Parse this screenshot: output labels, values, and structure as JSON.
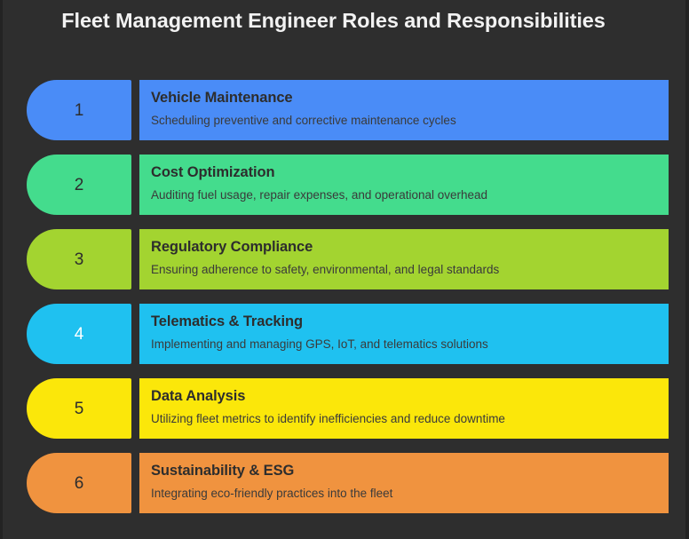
{
  "background_color": "#2e2e2e",
  "header": {
    "title": "Fleet Management Engineer Roles and Responsibilities",
    "title_color": "#f2f2f2"
  },
  "rows": [
    {
      "number": "1",
      "title": "Vehicle Maintenance",
      "description": "Scheduling preventive and corrective maintenance cycles",
      "color": "#4a8cf7",
      "number_color": "#2d2d2d"
    },
    {
      "number": "2",
      "title": "Cost Optimization",
      "description": "Auditing fuel usage, repair expenses, and operational overhead",
      "color": "#44dc8d",
      "number_color": "#2d2d2d"
    },
    {
      "number": "3",
      "title": "Regulatory Compliance",
      "description": "Ensuring adherence to safety, environmental, and legal standards",
      "color": "#a3d430",
      "number_color": "#2d2d2d"
    },
    {
      "number": "4",
      "title": "Telematics & Tracking",
      "description": "Implementing and managing GPS, IoT, and telematics solutions",
      "color": "#1fc1f0",
      "number_color": "#ffffff"
    },
    {
      "number": "5",
      "title": "Data Analysis",
      "description": "Utilizing fleet metrics to identify inefficiencies and reduce downtime",
      "color": "#fbe70a",
      "number_color": "#2d2d2d"
    },
    {
      "number": "6",
      "title": "Sustainability & ESG",
      "description": "Integrating eco-friendly practices into the fleet",
      "color": "#f0933f",
      "number_color": "#2d2d2d"
    }
  ]
}
